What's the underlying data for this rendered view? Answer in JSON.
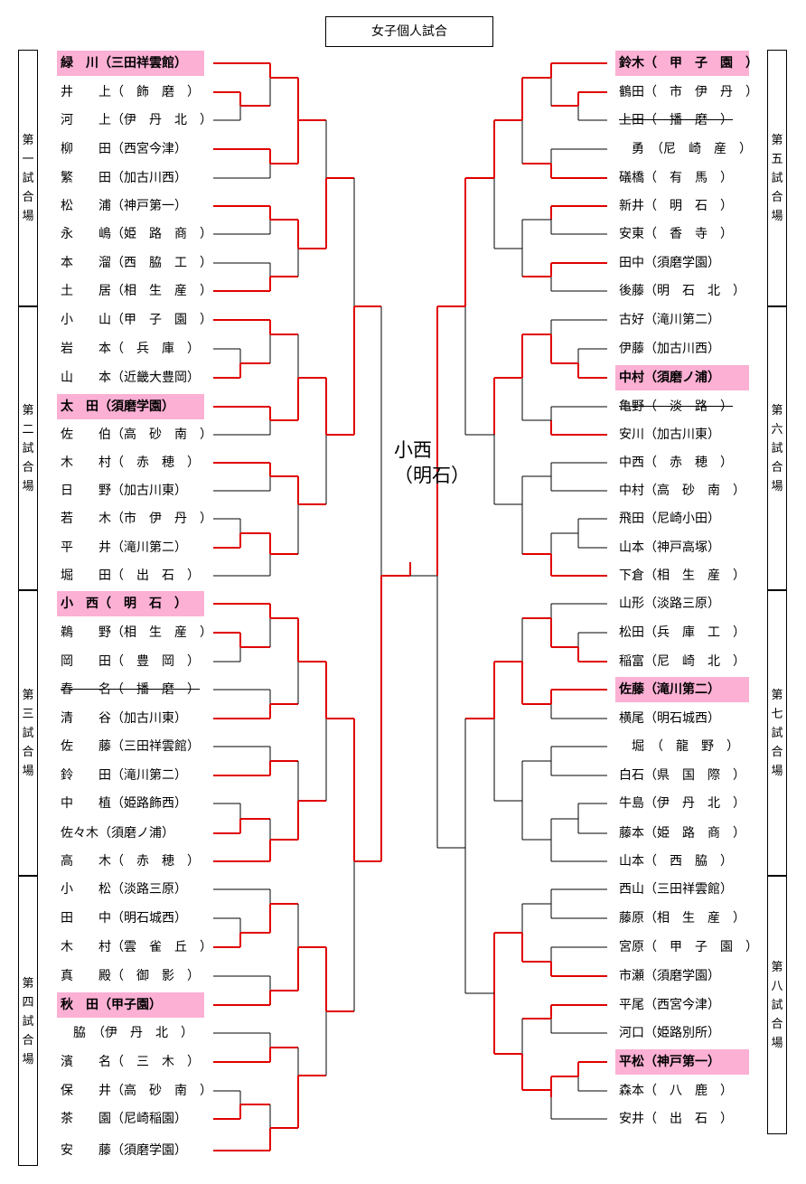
{
  "title": "女子個人試合",
  "champion": "小西\n（明石）",
  "colors": {
    "win_line": "#e00000",
    "line": "#000000",
    "highlight": "#fbb0d4"
  },
  "left_courts": [
    {
      "label": "第\n一\n試\n合\n場"
    },
    {
      "label": "第\n二\n試\n合\n場"
    },
    {
      "label": "第\n三\n試\n合\n場"
    },
    {
      "label": "第\n四\n試\n合\n場"
    }
  ],
  "right_courts": [
    {
      "label": "第\n五\n試\n合\n場"
    },
    {
      "label": "第\n六\n試\n合\n場"
    },
    {
      "label": "第\n七\n試\n合\n場"
    },
    {
      "label": "第\n八\n試\n合\n場"
    }
  ],
  "left_players": [
    {
      "name": "緑　川（三田祥雲館）",
      "highlight": true
    },
    {
      "name": "井　　上（　飾　磨　）"
    },
    {
      "name": "河　　上（伊　丹　北　）"
    },
    {
      "name": "柳　　田（西宮今津）"
    },
    {
      "name": "繁　　田（加古川西）"
    },
    {
      "name": "松　　浦（神戸第一）"
    },
    {
      "name": "永　　嶋（姫　路　商　）"
    },
    {
      "name": "本　　溜（西　脇　工　）"
    },
    {
      "name": "土　　居（相　生　産　）"
    },
    {
      "name": "小　　山（甲　子　園　）"
    },
    {
      "name": "岩　　本（　兵　庫　）"
    },
    {
      "name": "山　　本（近畿大豊岡）"
    },
    {
      "name": "太　田（須磨学園）",
      "highlight": true
    },
    {
      "name": "佐　　伯（高　砂　南　）"
    },
    {
      "name": "木　　村（　赤　穂　）"
    },
    {
      "name": "日　　野（加古川東）"
    },
    {
      "name": "若　　木（市　伊　丹　）"
    },
    {
      "name": "平　　井（滝川第二）"
    },
    {
      "name": "堀　　田（　出　石　）"
    },
    {
      "name": "小　西（　明　石　）",
      "highlight": true
    },
    {
      "name": "鵜　　野（相　生　産　）"
    },
    {
      "name": "岡　　田（　豊　岡　）"
    },
    {
      "name": "春　　名（　播　磨　）",
      "struck": true
    },
    {
      "name": "清　　谷（加古川東）"
    },
    {
      "name": "佐　　藤（三田祥雲館）"
    },
    {
      "name": "鈴　　田（滝川第二）"
    },
    {
      "name": "中　　植（姫路飾西）"
    },
    {
      "name": "佐々木（須磨ノ浦）"
    },
    {
      "name": "高　　木（　赤　穂　）"
    },
    {
      "name": "小　　松（淡路三原）"
    },
    {
      "name": "田　　中（明石城西）"
    },
    {
      "name": "木　　村（雲　雀　丘　）"
    },
    {
      "name": "真　　殿（　御　影　）"
    },
    {
      "name": "秋　田（甲子園）",
      "highlight": true
    },
    {
      "name": "　脇　（伊　丹　北　）"
    },
    {
      "name": "濱　　名（　三　木　）"
    },
    {
      "name": "保　　井（高　砂　南　）"
    },
    {
      "name": "茶　　園（尼崎稲園）"
    },
    {
      "name": "安　　藤（須磨学園）"
    }
  ],
  "right_players": [
    {
      "name": "鈴木（　甲　子　園　）",
      "highlight": true
    },
    {
      "name": "鶴田（　市　伊　丹　）"
    },
    {
      "name": "上田（　播　磨　）",
      "struck": true
    },
    {
      "name": "　勇　（尼　崎　産　）"
    },
    {
      "name": "礒橋（　有　馬　）"
    },
    {
      "name": "新井（　明　石　）"
    },
    {
      "name": "安東（　香　寺　）"
    },
    {
      "name": "田中（須磨学園）"
    },
    {
      "name": "後藤（明　石　北　）"
    },
    {
      "name": "古好（滝川第二）"
    },
    {
      "name": "伊藤（加古川西）"
    },
    {
      "name": "中村（須磨ノ浦）",
      "highlight": true
    },
    {
      "name": "亀野（　淡　路　）",
      "struck": true
    },
    {
      "name": "安川（加古川東）"
    },
    {
      "name": "中西（　赤　穂　）"
    },
    {
      "name": "中村（高　砂　南　）"
    },
    {
      "name": "飛田（尼崎小田）"
    },
    {
      "name": "山本（神戸高塚）"
    },
    {
      "name": "下倉（相　生　産　）"
    },
    {
      "name": "山形（淡路三原）"
    },
    {
      "name": "松田（兵　庫　工　）"
    },
    {
      "name": "稲富（尼　崎　北　）"
    },
    {
      "name": "佐藤（滝川第二）",
      "highlight": true
    },
    {
      "name": "横尾（明石城西）"
    },
    {
      "name": "　堀　（　龍　野　）"
    },
    {
      "name": "白石（県　国　際　）"
    },
    {
      "name": "牛島（伊　丹　北　）"
    },
    {
      "name": "藤本（姫　路　商　）"
    },
    {
      "name": "山本（　西　脇　）"
    },
    {
      "name": "西山（三田祥雲館）"
    },
    {
      "name": "藤原（相　生　産　）"
    },
    {
      "name": "宮原（　甲　子　園　）"
    },
    {
      "name": "市瀬（須磨学園）"
    },
    {
      "name": "平尾（西宮今津）"
    },
    {
      "name": "河口（姫路別所）"
    },
    {
      "name": "平松（神戸第一）",
      "highlight": true
    },
    {
      "name": "森本（　八　鹿　）"
    },
    {
      "name": "安井（　出　石　）"
    }
  ]
}
